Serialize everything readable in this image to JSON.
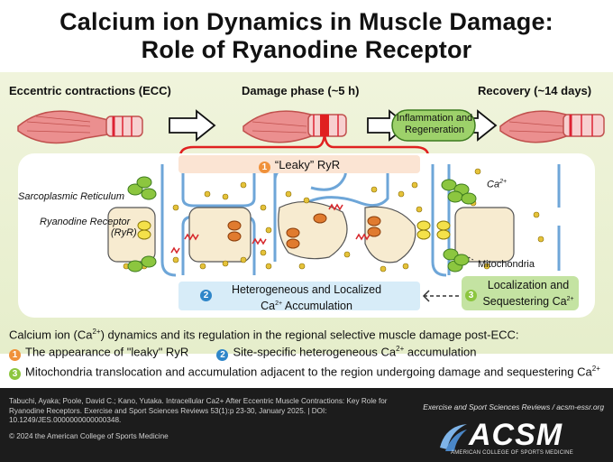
{
  "title": {
    "line1": "Calcium ion Dynamics in Muscle Damage:",
    "line2": "Role of Ryanodine Receptor"
  },
  "phases": {
    "ecc": "Eccentric contractions (ECC)",
    "damage": "Damage phase (~5 h)",
    "recovery": "Recovery (~14 days)",
    "inflammation": "Inflammation and Regeneration"
  },
  "labels": {
    "sr": "Sarcoplasmic Reticulum",
    "ryr": "Ryanodine Receptor",
    "ryr_abbr": "(RyR)",
    "ca": "Ca",
    "mito": "Mitochondria"
  },
  "callouts": {
    "c1_num": "1",
    "c1": "“Leaky” RyR",
    "c2_num": "2",
    "c2_line1": "Heterogeneous and Localized",
    "c2_line2": "Accumulation",
    "c3_num": "3",
    "c3_line1": "Localization and",
    "c3_line2": "Sequestering Ca"
  },
  "legend": {
    "intro_a": "Calcium ion (Ca",
    "intro_b": ") dynamics and its regulation in the regional selective muscle damage post-ECC:",
    "item1_num": "1",
    "item1": "The appearance of \"leaky\" RyR",
    "item2_num": "2",
    "item2": "Site-specific heterogeneous Ca",
    "item2_tail": " accumulation",
    "item3_num": "3",
    "item3": "Mitochondria translocation and accumulation adjacent to the region undergoing damage and sequestering Ca"
  },
  "superscripts": {
    "ca_charge": "2+"
  },
  "footer": {
    "citation": "Tabuchi, Ayaka; Poole, David C.; Kano, Yutaka. Intracellular Ca2+ After Eccentric Muscle Contractions: Key Role for Ryanodine Receptors. Exercise and Sport Sciences Reviews 53(1):p 23-30, January 2025. | DOI: 10.1249/JES.0000000000000348.",
    "copyright": "© 2024 the American College of Sports Medicine",
    "journal": "Exercise and Sport Sciences Reviews / acsm-essr.org",
    "logo": "ACSM",
    "logo_sub": "AMERICAN COLLEGE OF SPORTS MEDICINE"
  },
  "colors": {
    "orange": "#f0913a",
    "blue": "#2f86c9",
    "green": "#8cc63f",
    "muscle": "#e98a8a",
    "sr": "#6ea6d8"
  }
}
